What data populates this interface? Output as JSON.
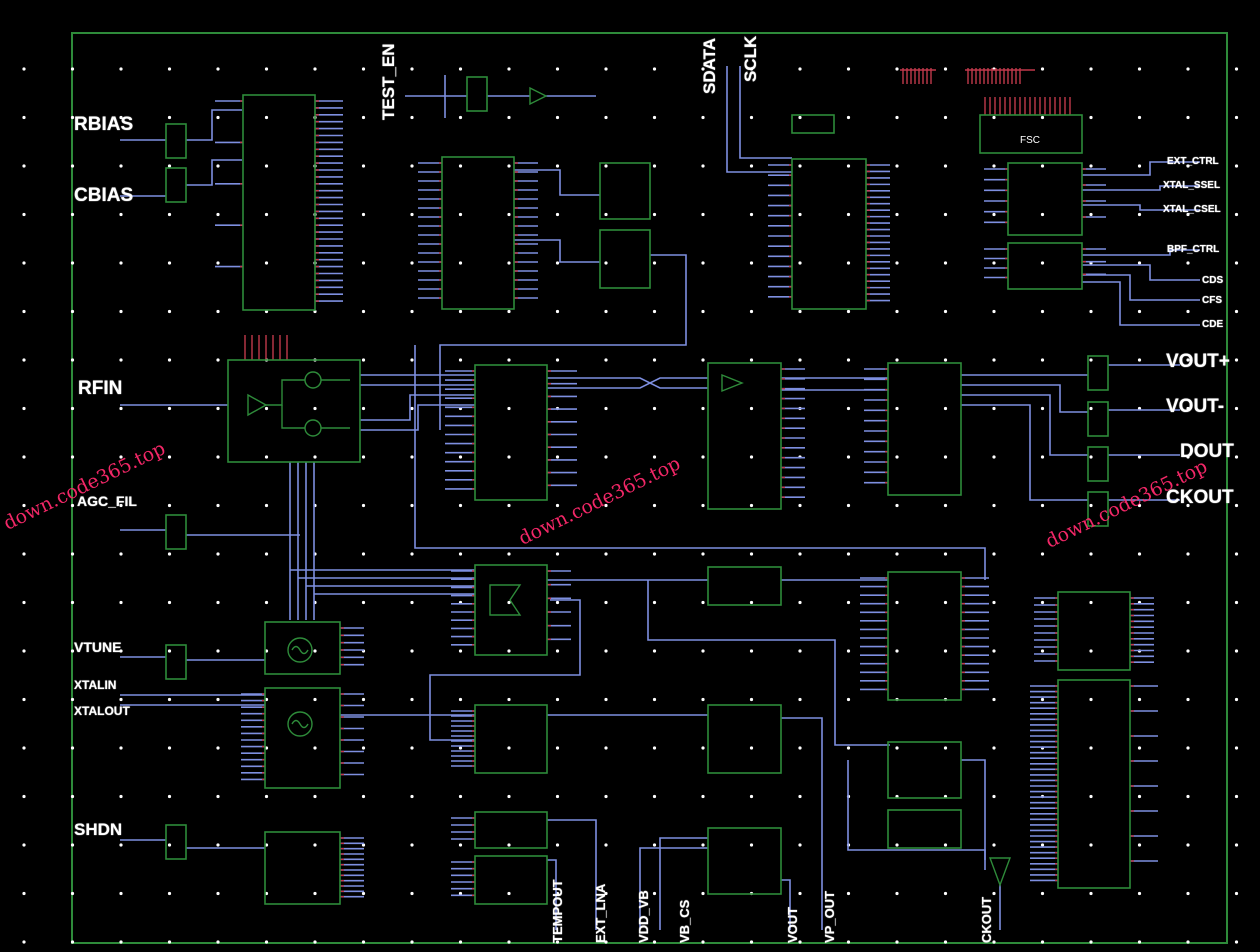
{
  "pins_left": [
    "RBIAS",
    "CBIAS",
    "RFIN",
    "AGC_FIL",
    "VTUNE",
    "XTALIN",
    "XTALOUT",
    "SHDN"
  ],
  "pins_top": [
    "TEST_EN",
    "SDATA",
    "SCLK"
  ],
  "pins_right_small": [
    "EXT_CTRL",
    "XTAL_SSEL",
    "XTAL_CSEL",
    "BPF_CTRL",
    "CDS",
    "CFS",
    "CDE"
  ],
  "pins_right_big": [
    "VOUT+",
    "VOUT-",
    "DOUT",
    "CKOUT"
  ],
  "pins_bottom": [
    "TEMPOUT",
    "EXT_LNA",
    "VDD_VB",
    "VB_CS",
    "VOUT",
    "VP_OUT",
    "CKOUT"
  ],
  "block_label_fsc": "FSC",
  "watermarks": [
    "down.code365.top",
    "down.code365.top",
    "down.code365.top"
  ],
  "colors": {
    "background": "#000000",
    "block": "#2e8b3a",
    "wire": "#7e8fe0",
    "pin_stub": "#c0394b",
    "grid_dot": "#ffffff",
    "label": "#ffffff",
    "watermark": "#ff2a6d"
  }
}
